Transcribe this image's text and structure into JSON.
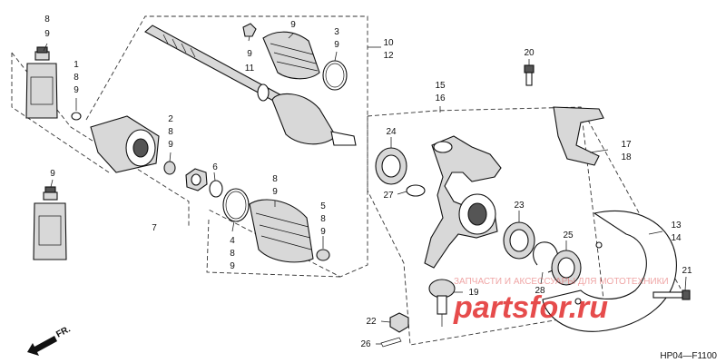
{
  "diagram": {
    "callouts": {
      "c_8_9_oil1": [
        "8",
        "9"
      ],
      "c_1_8_9": [
        "1",
        "8",
        "9"
      ],
      "c_9_oil2": [
        "9"
      ],
      "c_9_boot": [
        "9"
      ],
      "c_9_11": [
        "9",
        "11"
      ],
      "c_3_9": [
        "3",
        "9"
      ],
      "c_10_12": [
        "10",
        "12"
      ],
      "c_2_8_9": [
        "2",
        "8",
        "9"
      ],
      "c_6": [
        "6"
      ],
      "c_7": [
        "7"
      ],
      "c_4_8_9": [
        "4",
        "8",
        "9"
      ],
      "c_8_9_boot2": [
        "8",
        "9"
      ],
      "c_5_8_9": [
        "5",
        "8",
        "9"
      ],
      "c_15_16": [
        "15",
        "16"
      ],
      "c_24": [
        "24"
      ],
      "c_27": [
        "27"
      ],
      "c_23": [
        "23"
      ],
      "c_25": [
        "25"
      ],
      "c_28": [
        "28"
      ],
      "c_19": [
        "19"
      ],
      "c_22": [
        "22"
      ],
      "c_26": [
        "26"
      ],
      "c_20": [
        "20"
      ],
      "c_17_18": [
        "17",
        "18"
      ],
      "c_13_14": [
        "13",
        "14"
      ],
      "c_21": [
        "21"
      ]
    },
    "direction_label": "FR.",
    "diagram_code": "HP04—F1100"
  },
  "watermark": {
    "tagline": "ЗАПЧАСТИ И АКСЕССУАРЫ ДЛЯ МОТОТЕХНИКИ",
    "brand": "partsfor.ru",
    "brand_color": "#e02020"
  }
}
